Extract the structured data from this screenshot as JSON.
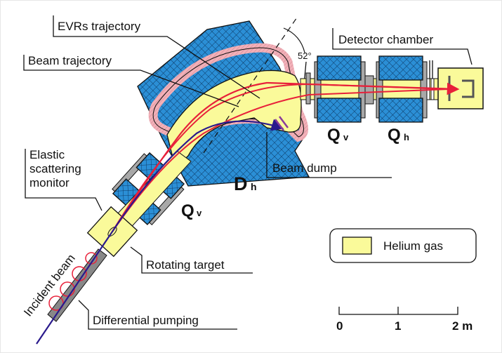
{
  "labels": {
    "evrs_trajectory": "EVRs trajectory",
    "beam_trajectory": "Beam trajectory",
    "detector_chamber": "Detector chamber",
    "elastic_1": "Elastic",
    "elastic_2": "scattering",
    "elastic_3": "monitor",
    "beam_dump": "Beam dump",
    "rotating_target": "Rotating target",
    "differential_pumping": "Differential pumping",
    "incident_beam": "Incident beam",
    "angle": "52°"
  },
  "magnets": {
    "dipole": {
      "main": "D",
      "sub": "h"
    },
    "quad_first": {
      "main": "Q",
      "sub": "v"
    },
    "quad_second": {
      "main": "Q",
      "sub": "v"
    },
    "quad_third": {
      "main": "Q",
      "sub": "h"
    }
  },
  "legend": {
    "label": "Helium gas",
    "swatch_color": "#fafa9a"
  },
  "scale_bar": {
    "ticks": [
      "0",
      "1",
      "2 m"
    ]
  },
  "colors": {
    "magnet_iron": "#2b8fd6",
    "coil": "#f0a8b0",
    "helium": "#fafa9a",
    "evr_trajectory": "#e8203a",
    "beam_trajectory": "#2a1a8c",
    "flange": "#a8a8a8"
  }
}
